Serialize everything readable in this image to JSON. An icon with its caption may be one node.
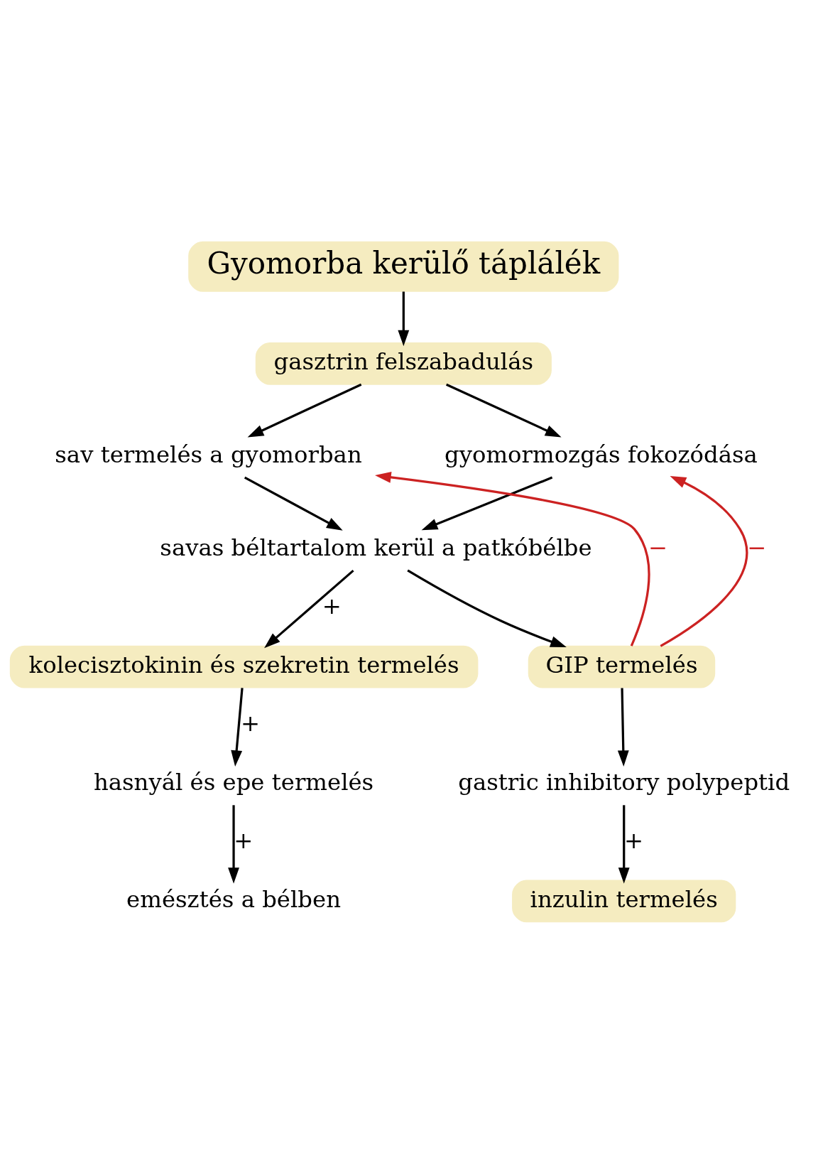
{
  "diagram": {
    "nodes": [
      {
        "text": [
          "Gyomorba kerülő táplálék"
        ]
      },
      {
        "text": [
          "gasztrin felszabadulás"
        ]
      },
      {
        "text": [
          "sav termelés a gyomorban"
        ]
      },
      {
        "text": [
          "gyomormozgás fokozódása"
        ]
      },
      {
        "text": [
          "savas béltartalom kerül a patkóbélbe"
        ]
      },
      {
        "text": [
          "kolecisztokinin és szekretin termelés"
        ]
      },
      {
        "text": [
          "hasnyál és epe termelés"
        ]
      },
      {
        "text": [
          "emésztés a bélben"
        ]
      },
      {
        "text": [
          "GIP termelés"
        ]
      },
      {
        "text": [
          "gastric inhibitory polypeptid"
        ]
      },
      {
        "text": [
          "inzulin termelés"
        ]
      }
    ],
    "edges": [
      {
        "from": 0,
        "to": 1,
        "arrow": "to"
      },
      {
        "from": 1,
        "to": 2,
        "arrow": "to"
      },
      {
        "from": 1,
        "to": 3,
        "arrow": "to"
      },
      {
        "from": 2,
        "to": 4,
        "arrow": "to"
      },
      {
        "from": 3,
        "to": 4,
        "arrow": "to"
      },
      {
        "from": 4,
        "to": 5,
        "arrow": "to",
        "label": "+"
      },
      {
        "from": 4,
        "to": 8,
        "arrow": "to"
      },
      {
        "from": 5,
        "to": 6,
        "arrow": "to",
        "label": "+"
      },
      {
        "from": 6,
        "to": 7,
        "arrow": "to",
        "label": "+"
      },
      {
        "from": 8,
        "to": 9,
        "arrow": "to"
      },
      {
        "from": 9,
        "to": 10,
        "arrow": "to",
        "label": "+"
      },
      {
        "from": 8,
        "to": 2,
        "arrow": "to",
        "label": "−",
        "color": "#cc2222"
      },
      {
        "from": 8,
        "to": 3,
        "arrow": "to",
        "label": "−",
        "color": "#cc2222"
      }
    ]
  }
}
